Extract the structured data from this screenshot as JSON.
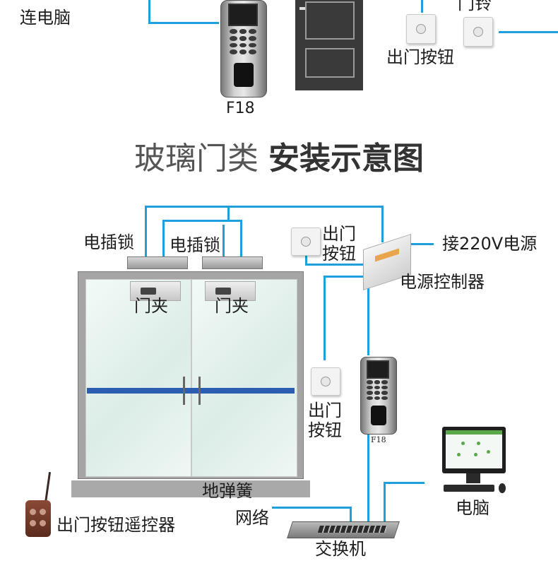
{
  "top": {
    "computer_label": "连电脑",
    "doorbell_label": "门铃",
    "exit_button_label": "出门按钮",
    "reader_model": "F18"
  },
  "title": {
    "light": "玻璃门类",
    "bold": "安装示意图"
  },
  "diagram": {
    "lock_left_label": "电插锁",
    "lock_right_label": "电插锁",
    "exit_button_top_line1": "出门",
    "exit_button_top_line2": "按钮",
    "power_input_label": "接220V电源",
    "power_controller_label": "电源控制器",
    "clamp_left_label": "门夹",
    "clamp_right_label": "门夹",
    "exit_button_mid_line1": "出门",
    "exit_button_mid_line2": "按钮",
    "reader_model": "F18",
    "floor_spring_label": "地弹簧",
    "remote_label": "出门按钮遥控器",
    "network_label": "网络",
    "switch_label": "交换机",
    "computer_label": "电脑"
  },
  "colors": {
    "wire": "#1ea0dc",
    "door_frame": "#9b9b9b",
    "glass": "#e4f2ee"
  }
}
